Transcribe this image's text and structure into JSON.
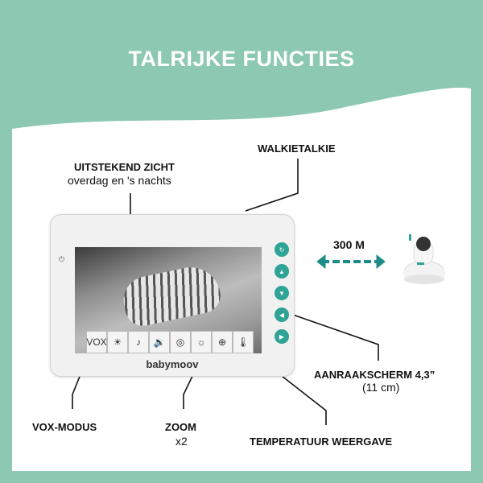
{
  "title": "TALRIJKE FUNCTIES",
  "features": {
    "vision": {
      "label": "UITSTEKEND ZICHT",
      "sub": "overdag en 's nachts"
    },
    "walkie": {
      "label": "WALKIETALKIE"
    },
    "range": {
      "label": "300 M"
    },
    "touchscreen": {
      "label": "AANRAAKSCHERM 4,3”",
      "sub": "(11 cm)"
    },
    "vox": {
      "label": "VOX-MODUS"
    },
    "zoom": {
      "label": "ZOOM",
      "sub": "x2"
    },
    "temperature": {
      "label": "TEMPERATUUR WEERGAVE"
    }
  },
  "monitor": {
    "brand": "babymoov",
    "toolbar": [
      "VOX",
      "☀",
      "♪",
      "🔉",
      "◎",
      "☼",
      "⊕",
      "🌡"
    ],
    "toolbar_icons": [
      "vox-icon",
      "brightness-icon",
      "music-icon",
      "volume-icon",
      "camera-icon",
      "contrast-icon",
      "zoom-icon",
      "thermometer-icon"
    ],
    "buttons": [
      "↻",
      "▲",
      "▼",
      "◀",
      "▶"
    ]
  },
  "colors": {
    "background": "#8cc8b2",
    "accent": "#2fa395"
  }
}
